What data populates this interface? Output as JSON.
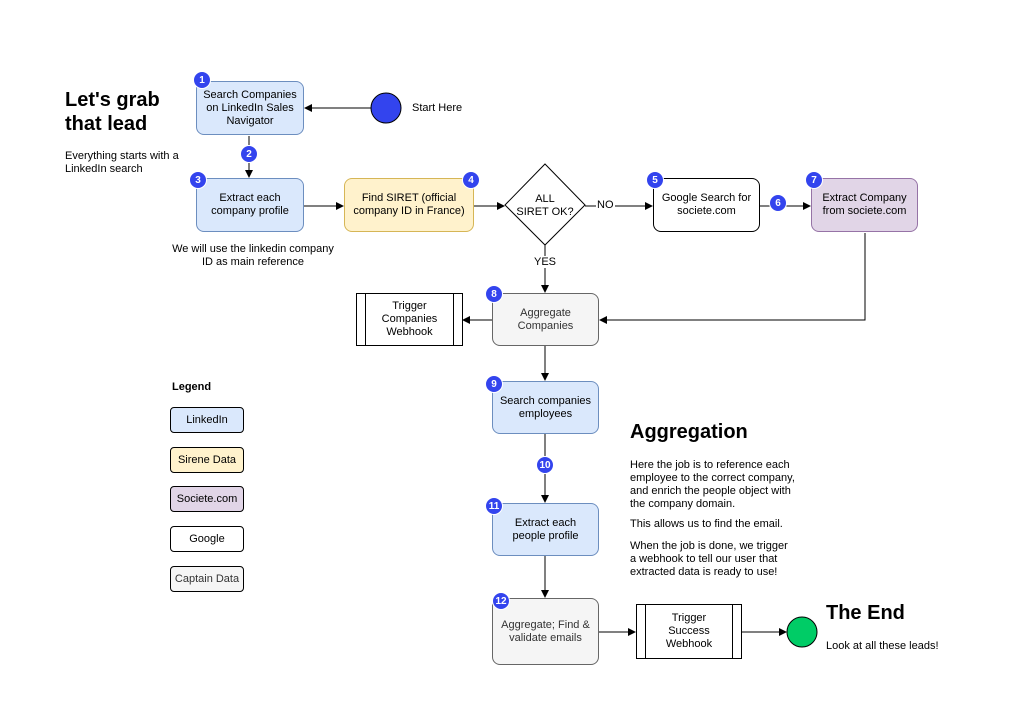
{
  "intro": {
    "title_line1": "Let's grab",
    "title_line2": "that lead",
    "subtitle_line1": "Everything starts with a",
    "subtitle_line2": "LinkedIn search"
  },
  "start_label": "Start Here",
  "nodes": {
    "search_companies": "Search Companies on LinkedIn Sales Navigator",
    "extract_profile": "Extract each company profile",
    "find_siret": "Find SIRET (official company ID in France)",
    "siret_ok_line1": "ALL",
    "siret_ok_line2": "SIRET OK?",
    "google_search": "Google Search for societe.com",
    "extract_societe": "Extract Company from societe.com",
    "aggregate_companies": "Aggregate Companies",
    "trigger_companies": "Trigger Companies Webhook",
    "search_employees": "Search companies employees",
    "extract_people": "Extract each people profile",
    "aggregate_emails": "Aggregate; Find & validate emails",
    "trigger_success": "Trigger Success Webhook"
  },
  "edges": {
    "no": "NO",
    "yes": "YES"
  },
  "badges": [
    "1",
    "2",
    "3",
    "4",
    "5",
    "6",
    "7",
    "8",
    "9",
    "10",
    "11",
    "12"
  ],
  "note_linkedin_line1": "We will use the linkedin company",
  "note_linkedin_line2": "ID as main reference",
  "legend": {
    "title": "Legend",
    "items": [
      "LinkedIn",
      "Sirene Data",
      "Societe.com",
      "Google",
      "Captain Data"
    ]
  },
  "aggregation": {
    "title": "Aggregation",
    "p1_lines": [
      "Here the job is to reference each",
      "employee to the correct company,",
      "and enrich the people object with",
      "the company domain."
    ],
    "p2": "This allows us to find the email.",
    "p3_lines": [
      "When the job is done, we trigger",
      "a webhook to tell our user that",
      "extracted data is ready to use!"
    ]
  },
  "end": {
    "title": "The End",
    "subtitle": "Look at all these leads!"
  },
  "colors": {
    "badge": "#3344ee",
    "start": "#3344ee",
    "end": "#00cc66",
    "linkedin": "#dae8fc",
    "sirene": "#fff2cc",
    "societe": "#e1d5e7",
    "captain": "#f5f5f5"
  }
}
